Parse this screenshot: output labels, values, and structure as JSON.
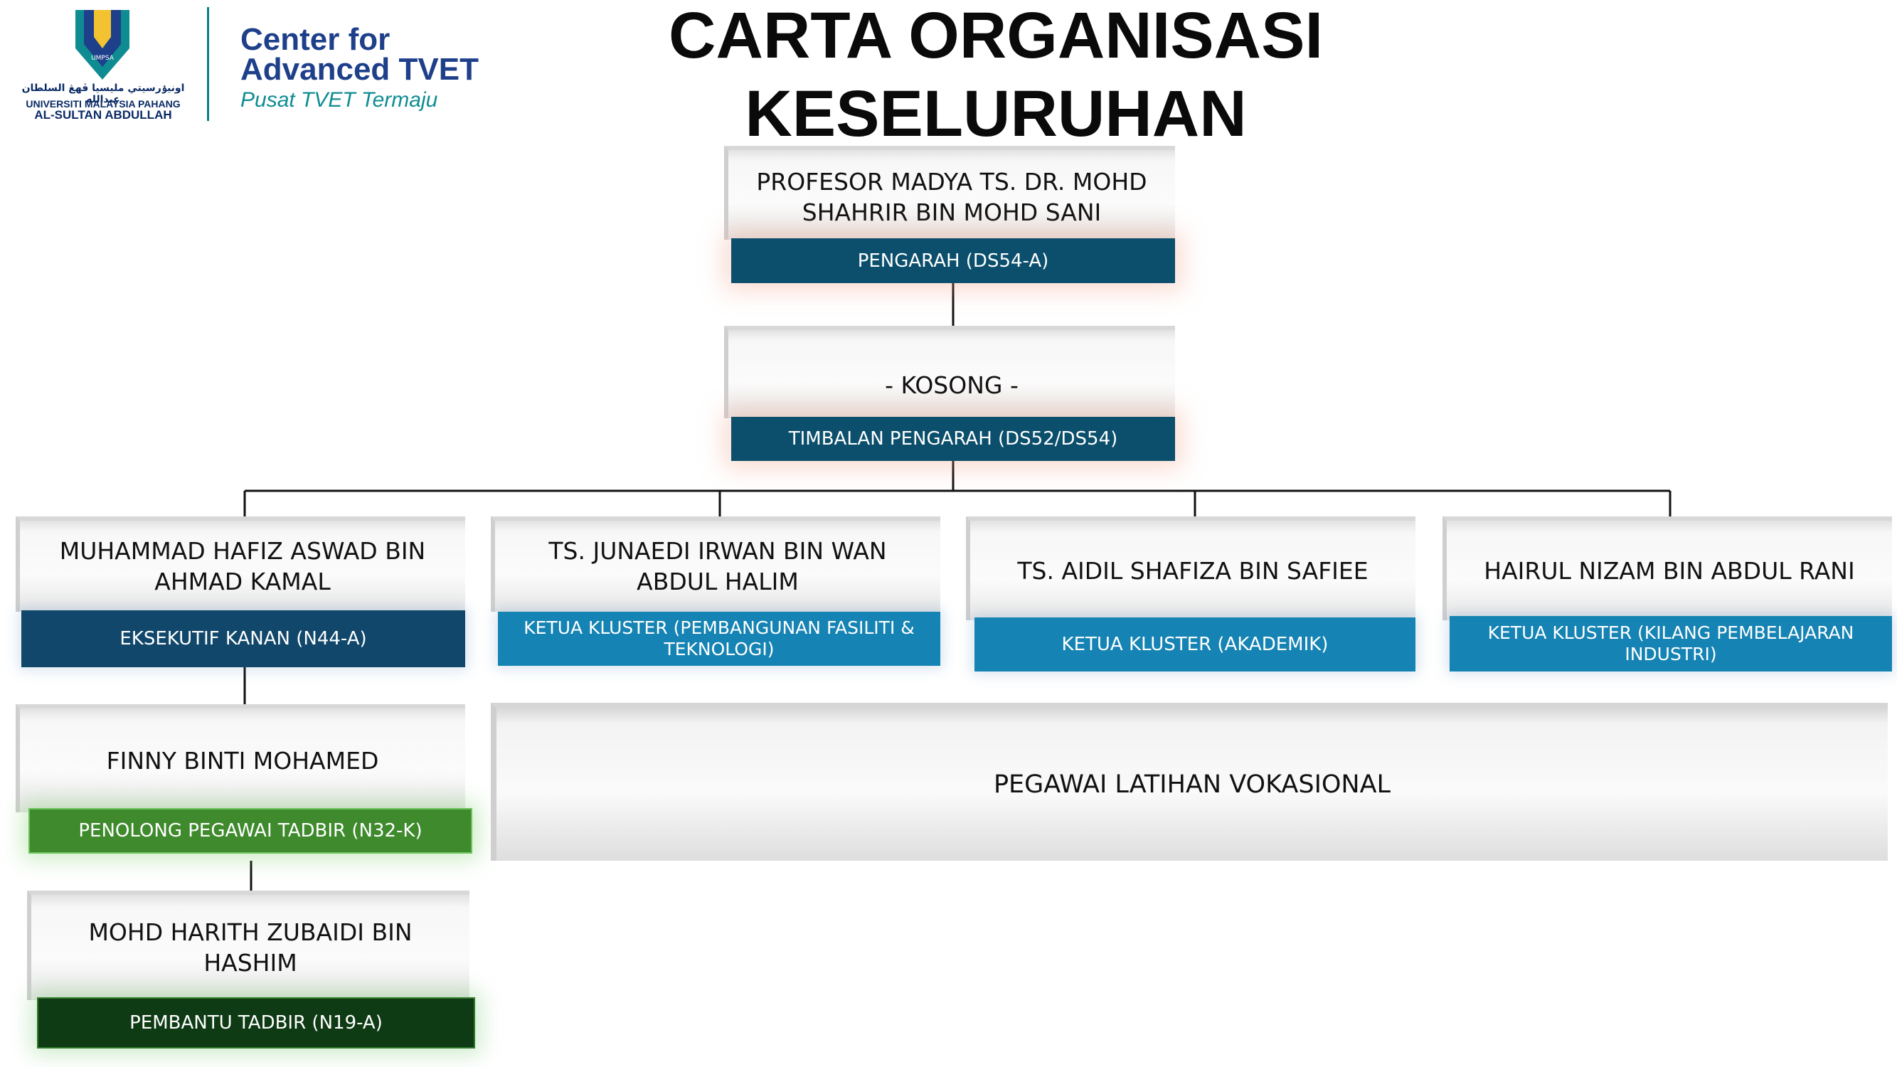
{
  "logo": {
    "university_arabic": "اونيۏرسيتي مليسيا ڤهڠ السلطان عبدالله",
    "university_line1": "UNIVERSITI MALAYSIA PAHANG",
    "university_line2": "AL-SULTAN ABDULLAH",
    "shield_text": "UMPSA",
    "center_line1": "Center for",
    "center_line2": "Advanced TVET",
    "center_tagline": "Pusat TVET Termaju",
    "colors": {
      "navy": "#1e3f8a",
      "teal": "#0e8c92"
    }
  },
  "title": {
    "line1": "CARTA ORGANISASI",
    "line2": "KESELURUHAN"
  },
  "nodes": {
    "director": {
      "name": "PROFESOR MADYA TS. DR. MOHD SHAHRIR BIN MOHD SANI",
      "position": "PENGARAH (DS54-A)"
    },
    "deputy": {
      "name": "- KOSONG -",
      "position": "TIMBALAN PENGARAH (DS52/DS54)"
    },
    "senior_exec": {
      "name": "MUHAMMAD HAFIZ ASWAD BIN AHMAD KAMAL",
      "position": "EKSEKUTIF KANAN (N44-A)"
    },
    "cluster_facility": {
      "name": "TS. JUNAEDI IRWAN BIN WAN ABDUL HALIM",
      "position": "KETUA KLUSTER (PEMBANGUNAN FASILITI & TEKNOLOGI)"
    },
    "cluster_academic": {
      "name": "TS. AIDIL SHAFIZA BIN SAFIEE",
      "position": "KETUA KLUSTER (AKADEMIK)"
    },
    "cluster_industry": {
      "name": "HAIRUL NIZAM BIN ABDUL RANI",
      "position": "KETUA KLUSTER (KILANG PEMBELAJARAN INDUSTRI)"
    },
    "asst_admin": {
      "name": "FINNY BINTI MOHAMED",
      "position": "PENOLONG PEGAWAI TADBIR (N32-K)"
    },
    "admin_asst": {
      "name": "MOHD HARITH ZUBAIDI BIN HASHIM",
      "position": "PEMBANTU TADBIR (N19-A)"
    },
    "vocational": {
      "name": "PEGAWAI LATIHAN VOKASIONAL"
    }
  },
  "colors": {
    "bar_navy": "#0b4f6c",
    "bar_teal": "#1583b3",
    "bar_green": "#3f8a2d",
    "bar_darkgreen": "#0e3a14"
  }
}
